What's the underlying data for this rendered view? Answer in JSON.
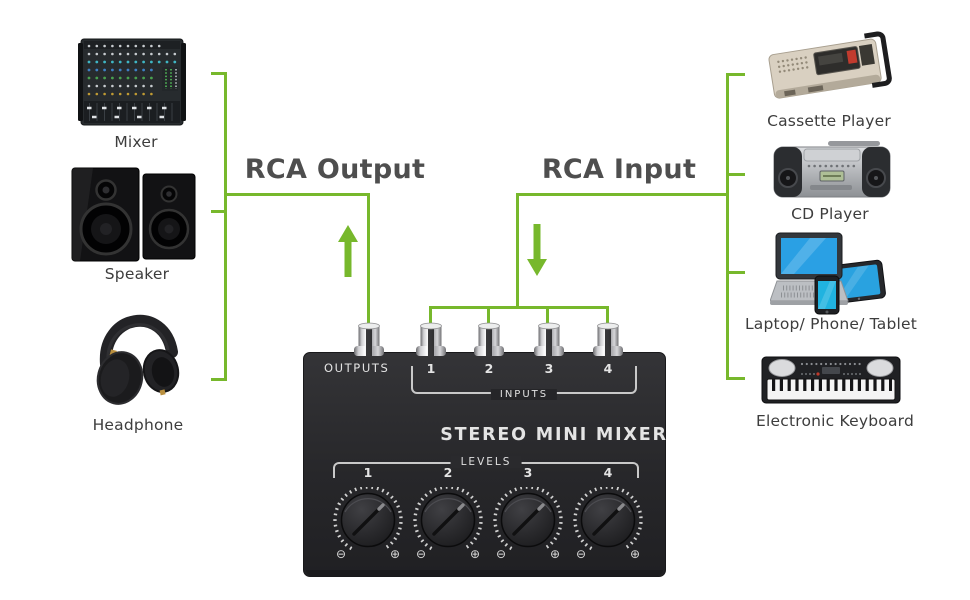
{
  "titles": {
    "output": "RCA Output",
    "input": "RCA Input"
  },
  "colors": {
    "wire_green": "#77b82c",
    "title_gray": "#4e4e4e",
    "panel_black": "#29292c"
  },
  "left_devices": [
    {
      "label": "Mixer"
    },
    {
      "label": "Speaker"
    },
    {
      "label": "Headphone"
    }
  ],
  "right_devices": [
    {
      "label": "Cassette Player"
    },
    {
      "label": "CD Player"
    },
    {
      "label": "Laptop/ Phone/ Tablet"
    },
    {
      "label": "Electronic Keyboard"
    }
  ],
  "mixer_panel": {
    "outputs_label": "OUTPUTS",
    "inputs_label": "INPUTS",
    "input_ports": [
      "1",
      "2",
      "3",
      "4"
    ],
    "title": "STEREO MINI MIXER",
    "levels_label": "LEVELS",
    "level_channels": [
      "1",
      "2",
      "3",
      "4"
    ],
    "knob_min_symbol": "⊖",
    "knob_max_symbol": "⊕"
  }
}
